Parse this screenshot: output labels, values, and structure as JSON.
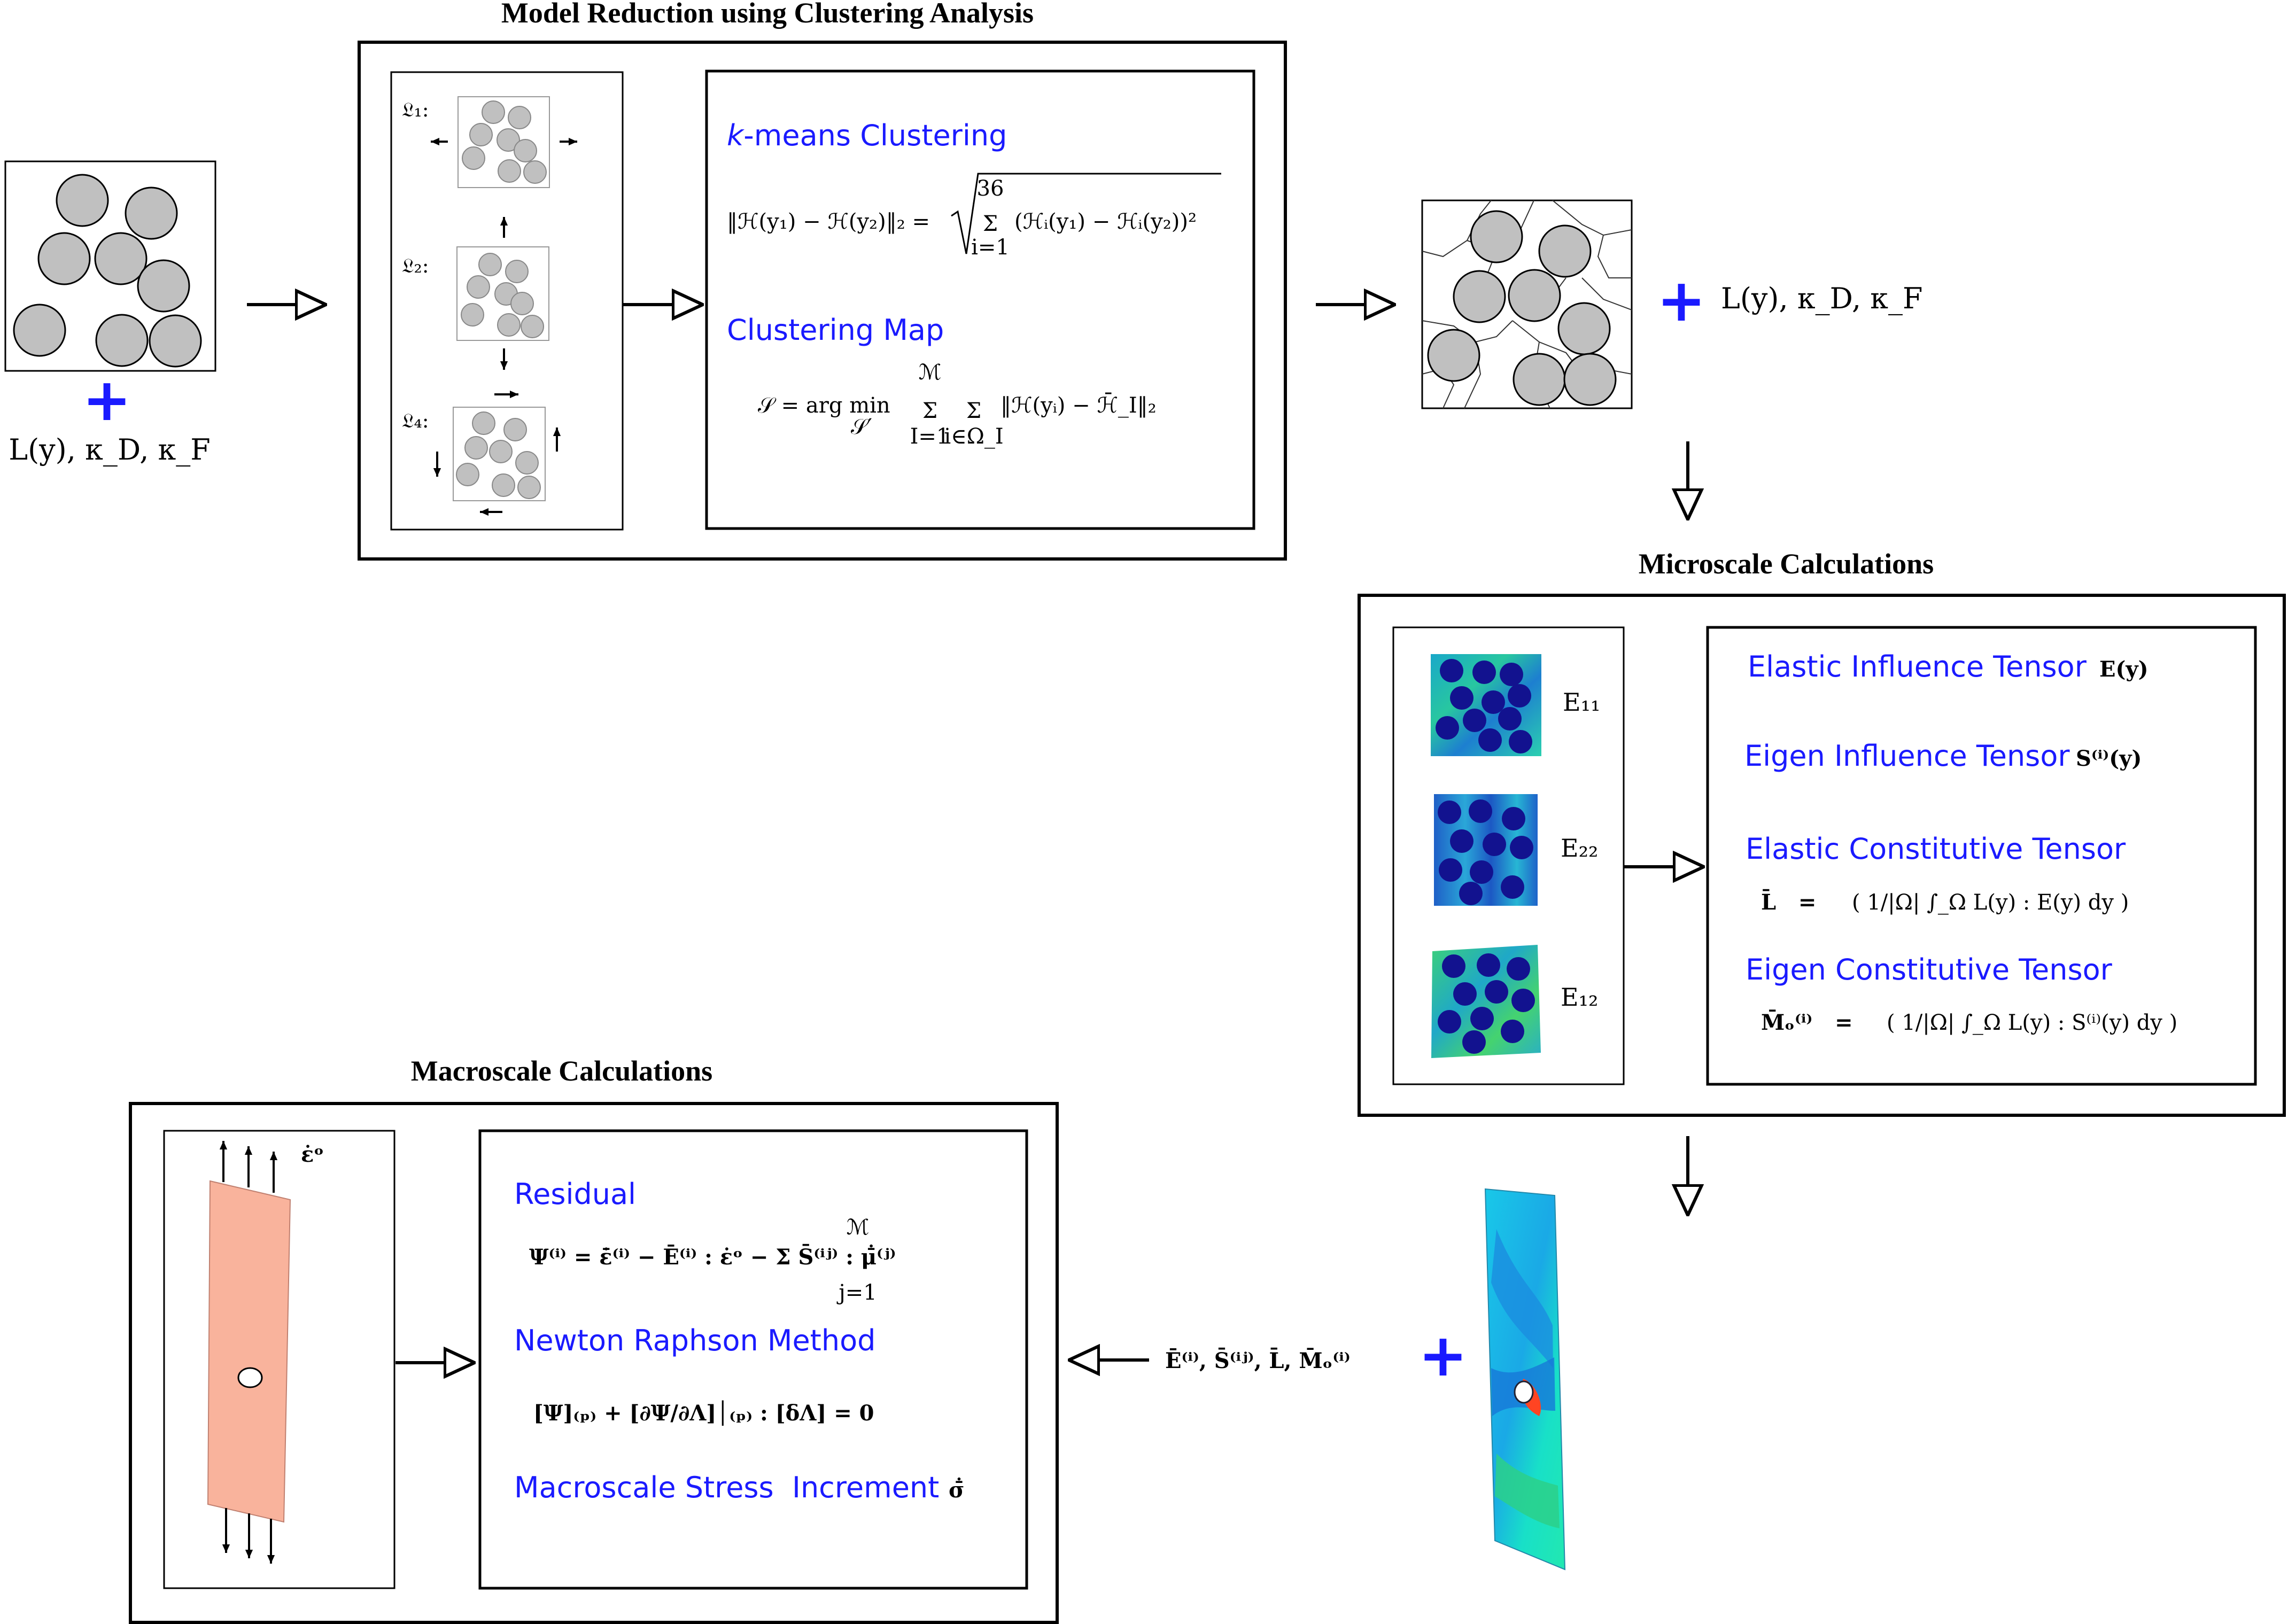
{
  "titles": {
    "model_reduction": "Model Reduction using Clustering Analysis",
    "microscale": "Microscale Calculations",
    "macroscale": "Macroscale Calculations"
  },
  "inputs": {
    "left_label": "L(y), κ_D, κ_F",
    "right_label": "L(y), κ_D, κ_F",
    "plus": "+"
  },
  "load_cases": {
    "l1": "𝔏₁:",
    "l2": "𝔏₂:",
    "l4": "𝔏₄:"
  },
  "clustering": {
    "kmeans_label": "k-means Clustering",
    "kmeans_italic": "k",
    "kmeans_rest": "-means Clustering",
    "kmeans_eq_lhs": "‖ℋ(y₁) − ℋ(y₂)‖₂ =",
    "kmeans_eq_sum_top": "36",
    "kmeans_eq_sum_bottom": "i=1",
    "kmeans_eq_body": "(ℋᵢ(y₁) − ℋᵢ(y₂))²",
    "map_label": "Clustering Map",
    "map_eq_lhs": "𝒮 = arg min",
    "map_eq_sub": "𝒮′",
    "map_eq_sum1_top": "ℳ",
    "map_eq_sum1_bottom": "I=1",
    "map_eq_sum2_bottom": "i∈Ω_I",
    "map_eq_body": "‖ℋ(yᵢ) − ℋ̄_I‖₂"
  },
  "micro": {
    "e11": "E₁₁",
    "e22": "E₂₂",
    "e12": "E₁₂",
    "elastic_influence": "Elastic Influence Tensor",
    "elastic_influence_sym": "E(y)",
    "eigen_influence": "Eigen Influence Tensor",
    "eigen_influence_sym": "S⁽ⁱ⁾(y)",
    "elastic_constitutive": "Elastic Constitutive Tensor",
    "elastic_constitutive_lhs": "L̄   =",
    "elastic_constitutive_rhs": "( 1/|Ω| ∫_Ω L(y) : E(y) dy )",
    "eigen_constitutive": "Eigen Constitutive Tensor",
    "eigen_constitutive_lhs": "M̄ₒ⁽ⁱ⁾   =",
    "eigen_constitutive_rhs": "( 1/|Ω| ∫_Ω L(y) : S⁽ⁱ⁾(y) dy )"
  },
  "macro": {
    "strain_rate": "ε̇ᵒ",
    "residual": "Residual",
    "residual_eq": "Ψ⁽ⁱ⁾ = ε̄̇⁽ⁱ⁾ − Ē⁽ⁱ⁾ : ε̇ᵒ − Σ S̄⁽ⁱʲ⁾ : μ̄̇⁽ʲ⁾",
    "residual_sum_top": "ℳ",
    "residual_sum_bottom": "j=1",
    "newton": "Newton Raphson Method",
    "newton_eq": "[Ψ]₍ₚ₎ + [∂Ψ/∂Λ]│₍ₚ₎ : [δΛ] = 0",
    "stress": "Macroscale Stress  Increment",
    "stress_sym": "σ̄̇"
  },
  "transfer": {
    "label": "Ē⁽ⁱ⁾, S̄⁽ⁱʲ⁾, L̄, M̄ₒ⁽ⁱ⁾",
    "plus": "+"
  },
  "colors": {
    "blue_text": "#1a1aff",
    "plus": "#1a1aff",
    "particle": "#c0c0c0",
    "specimen": "#f9b39c",
    "contour_bg": "#2bb3d9",
    "contour_green": "#22dd88",
    "inclusion": "#12128f"
  }
}
